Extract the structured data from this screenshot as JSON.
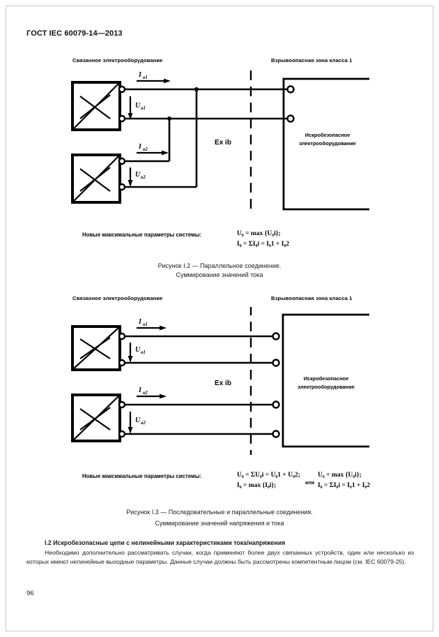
{
  "document": {
    "header": "ГОСТ IEC 60079-14—2013",
    "page_number": "96"
  },
  "figure_1": {
    "left_zone_label": "Связанное электрооборудование",
    "right_zone_label": "Взрывоопасная зона класса 1",
    "hazard_box_text_line1": "Искробезопасное",
    "hazard_box_text_line2": "электрооборудование",
    "boundary_marking": "Ex ib",
    "current_label_1": "I",
    "current_label_1_sub": "o1",
    "voltage_label_1": "U",
    "voltage_label_1_sub": "o1",
    "current_label_2": "I",
    "current_label_2_sub": "o2",
    "voltage_label_2": "U",
    "voltage_label_2_sub": "o2",
    "formula_title": "Новые максимальные параметры системы:",
    "formula_line1": "U₀ = max {U₀i};",
    "formula_line2": "I₀ = ΣI₀i = I₀1 + I₀2",
    "caption_line1": "Рисунок I.2 — Параллельное соединение.",
    "caption_line2": "Суммирование значений тока"
  },
  "figure_2": {
    "left_zone_label": "Связанное электрооборудование",
    "right_zone_label": "Взрывоопасная зона класса 1",
    "hazard_box_text_line1": "Искробезопасное",
    "hazard_box_text_line2": "электрооборудование",
    "boundary_marking": "Ex ib",
    "current_label_1": "I",
    "current_label_1_sub": "o1",
    "voltage_label_1": "U",
    "voltage_label_1_sub": "o1",
    "current_label_2": "I",
    "current_label_2_sub": "o2",
    "voltage_label_2": "U",
    "voltage_label_2_sub": "o2",
    "formula_title": "Новые максимальные параметры системы:",
    "formula_left_line1": "U₀ = ΣU₀i = U₀1 + U₀2;",
    "formula_left_line2": "I₀ = max {I₀i};",
    "formula_or": "или",
    "formula_right_line1": "U₀ = max {U₀i};",
    "formula_right_line2": "I₀ = ΣI₀i = I₀1 + I₀2",
    "caption_line1": "Рисунок I.3 — Последовательные и параллельные соединения.",
    "caption_line2": "Суммирование значений напряжения и тока"
  },
  "section": {
    "heading": "I.2 Искробезопасные цепи с нелинейными характеристиками тока/напряжения",
    "paragraph": "Необходимо дополнительно рассматривать случаи, когда применяют более двух связанных устройств, один или несколько из которых  имеют нелинейные выходные параметры. Данные случаи должны быть рассмотрены компетентным лицом (см. IEC 60079-25)."
  }
}
